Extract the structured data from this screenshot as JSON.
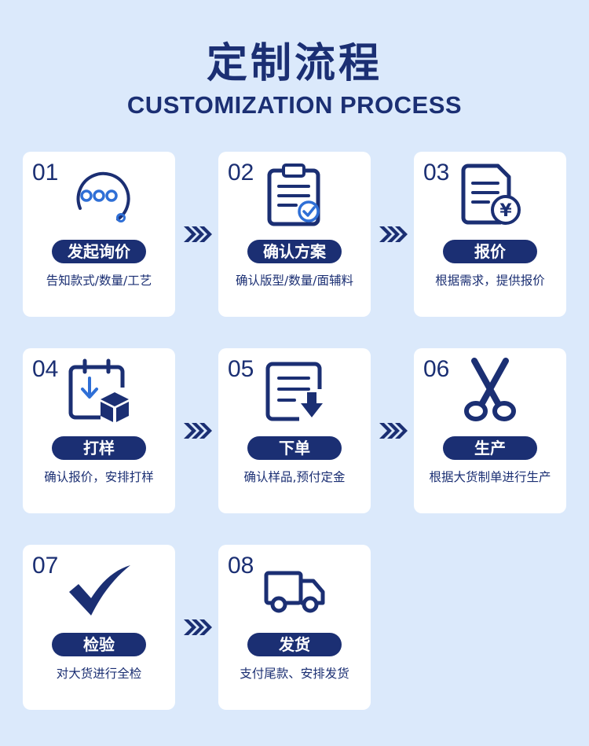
{
  "header": {
    "title": "定制流程",
    "subtitle": "CUSTOMIZATION PROCESS"
  },
  "colors": {
    "background": "#dbe9fb",
    "card": "#ffffff",
    "primary": "#1b2f73",
    "accent": "#2f6fd6"
  },
  "steps": [
    {
      "number": "01",
      "label": "发起询价",
      "desc": "告知款式/数量/工艺",
      "icon": "chat-bubble-icon"
    },
    {
      "number": "02",
      "label": "确认方案",
      "desc": "确认版型/数量/面辅料",
      "icon": "clipboard-check-icon"
    },
    {
      "number": "03",
      "label": "报价",
      "desc": "根据需求，提供报价",
      "icon": "price-document-icon"
    },
    {
      "number": "04",
      "label": "打样",
      "desc": "确认报价，安排打样",
      "icon": "calendar-box-icon"
    },
    {
      "number": "05",
      "label": "下单",
      "desc": "确认样品,预付定金",
      "icon": "order-download-icon"
    },
    {
      "number": "06",
      "label": "生产",
      "desc": "根据大货制单进行生产",
      "icon": "scissors-icon"
    },
    {
      "number": "07",
      "label": "检验",
      "desc": "对大货进行全检",
      "icon": "checkmark-icon"
    },
    {
      "number": "08",
      "label": "发货",
      "desc": "支付尾款、安排发货",
      "icon": "delivery-truck-icon"
    }
  ]
}
